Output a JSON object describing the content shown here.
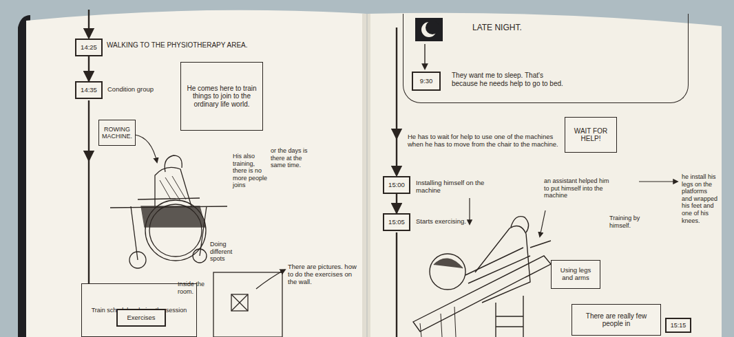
{
  "diagram": {
    "nodes": [
      {
        "text": [
          "14:25"
        ]
      },
      {
        "text": [
          "14:35"
        ]
      },
      {
        "text": [
          "ROWING MACHINE."
        ]
      },
      {
        "text": [
          "He comes here to train things to join to the ordinary life world."
        ]
      },
      {
        "text": [
          "Train schedules during the session"
        ]
      },
      {
        "text": [
          "Exercises"
        ],
        "in": 4
      },
      {
        "text": [
          "LATE NIGHT.",
          "They want me to sleep. That's because he needs help to go to bed."
        ]
      },
      {
        "text": [
          "9:30"
        ],
        "in": 6
      },
      {
        "text": [
          "WAIT FOR HELP!"
        ]
      },
      {
        "text": [
          "15:00"
        ]
      },
      {
        "text": [
          "15:05"
        ]
      },
      {
        "text": [
          "Using legs and arms"
        ]
      },
      {
        "text": [
          "There are really few people in"
        ]
      },
      {
        "text": [
          "15:15"
        ]
      }
    ],
    "edges": [
      {
        "from": 0,
        "to": 1,
        "arrow": "to"
      },
      {
        "from": 9,
        "to": 10,
        "arrow": "to"
      }
    ],
    "labels": [
      "WALKING TO THE PHYSIOTHERAPY AREA.",
      "Condition group",
      "His also training, there is no more people joins",
      "or the days is there at the same time.",
      "Doing different spots",
      "Inside the room.",
      "There are pictures. how to do the exercises on the wall.",
      "He has to wait for help to use one of the machines when he has to move from the chair to the machine.",
      "Installing himself on the machine",
      "Starts exercising.",
      "an assistant helped him to put himself into the machine",
      "Training by himself.",
      "he install his legs on the platforms and wrapped his feet and one of his knees."
    ]
  }
}
